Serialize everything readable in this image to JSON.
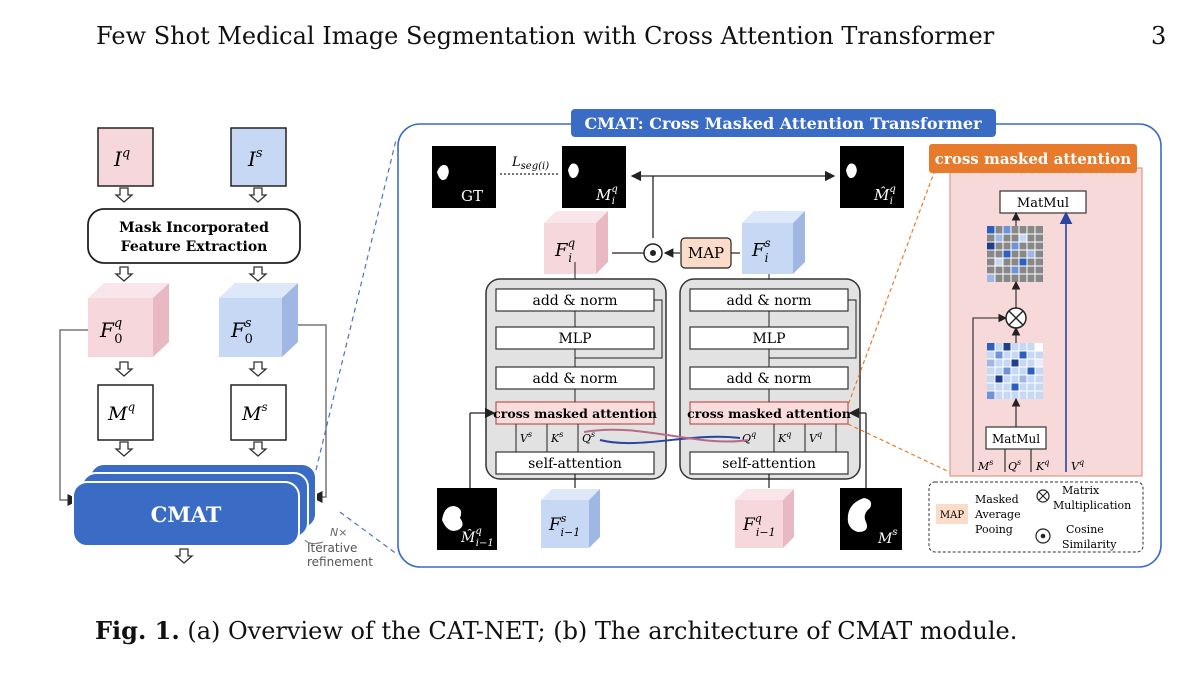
{
  "header": {
    "title": "Few Shot Medical Image Segmentation with Cross Attention Transformer",
    "page_number": "3"
  },
  "colors": {
    "pink": "#f6d7dc",
    "blue": "#c7d8f4",
    "cmat_blue": "#3a6cc6",
    "orange": "#e87a2b",
    "attn_fill": "#f9dcdc",
    "gray": "#e6e6e6"
  },
  "overview": {
    "query_image": "I",
    "query_sup": "q",
    "support_image": "I",
    "support_sup": "s",
    "feature_extraction_line1": "Mask Incorporated",
    "feature_extraction_line2": "Feature Extraction",
    "query_feature": "F",
    "query_feature_sup": "q",
    "query_feature_sub": "0",
    "support_feature": "F",
    "support_feature_sup": "s",
    "support_feature_sub": "0",
    "query_mask": "M",
    "query_mask_sup": "q",
    "support_mask": "M",
    "support_mask_sup": "s",
    "cmat_label": "CMAT",
    "iter_count": "N×",
    "iter_line1": "Iterative",
    "iter_line2": "refinement"
  },
  "cmat_module": {
    "title": "CMAT: Cross Masked Attention Transformer",
    "gt_label": "GT",
    "loss_label": "L",
    "loss_sub": "seg(i)",
    "map_label": "MAP",
    "fiq": "F",
    "fiq_sup": "q",
    "fiq_sub": "i",
    "fis": "F",
    "fis_sup": "s",
    "fis_sub": "i",
    "miq": "M",
    "miq_sup": "q",
    "miq_sub": "i",
    "miq_hat": "M̂",
    "miq_hat_sup": "q",
    "miq_hat_sub": "i",
    "add_norm": "add & norm",
    "mlp": "MLP",
    "cross_attention": "cross masked attention",
    "self_attention": "self-attention",
    "left_inputs": [
      "V",
      "K",
      "Q"
    ],
    "left_input_sups": [
      "s",
      "s",
      "s"
    ],
    "right_inputs": [
      "Q",
      "K",
      "V"
    ],
    "right_input_sups": [
      "q",
      "q",
      "q"
    ],
    "prev_mask": "M̂",
    "prev_mask_sup": "q",
    "prev_mask_sub": "i−1",
    "prev_fs": "F",
    "prev_fs_sup": "s",
    "prev_fs_sub": "i−1",
    "prev_fq": "F",
    "prev_fq_sup": "q",
    "prev_fq_sub": "i−1",
    "support_mask": "M",
    "support_mask_sup": "s"
  },
  "attention_detail": {
    "title": "cross masked attention",
    "matmul_top": "MatMul",
    "matmul_bottom": "MatMul",
    "inputs": [
      "M",
      "Q",
      "K",
      "V"
    ],
    "input_sups": [
      "s",
      "s",
      "q",
      "q"
    ]
  },
  "legend": {
    "map_abbrev": "MAP",
    "map_line1": "Masked",
    "map_line2": "Average",
    "map_line3": "Pooing",
    "matmul_line1": "Matrix",
    "matmul_line2": "Multiplication",
    "cosine_line1": "Cosine",
    "cosine_line2": "Similarity"
  },
  "caption": {
    "label": "Fig. 1.",
    "text": " (a) Overview of the CAT-NET; (b) The architecture of CMAT module."
  }
}
